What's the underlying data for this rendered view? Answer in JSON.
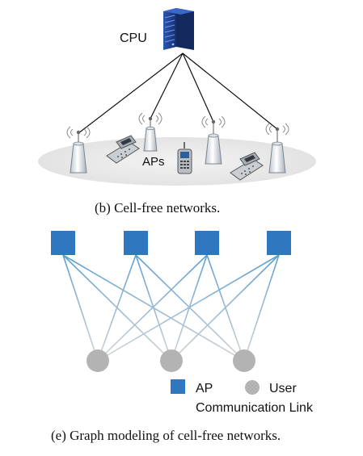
{
  "top_figure": {
    "cpu_label": "CPU",
    "aps_label": "APs",
    "caption": "(b)  Cell-free networks."
  },
  "bottom_figure": {
    "ap_count": 4,
    "user_count": 3,
    "legend": {
      "ap_label": "AP",
      "user_label": "User",
      "link_label": "Communication Link"
    },
    "caption": "(e)  Graph modeling of cell-free networks."
  },
  "colors": {
    "ap": "#2f77bf",
    "user": "#b3b3b3",
    "link_start": "#5d9fd2",
    "link_end": "#d4d4d4",
    "server": "#1f3f92"
  }
}
